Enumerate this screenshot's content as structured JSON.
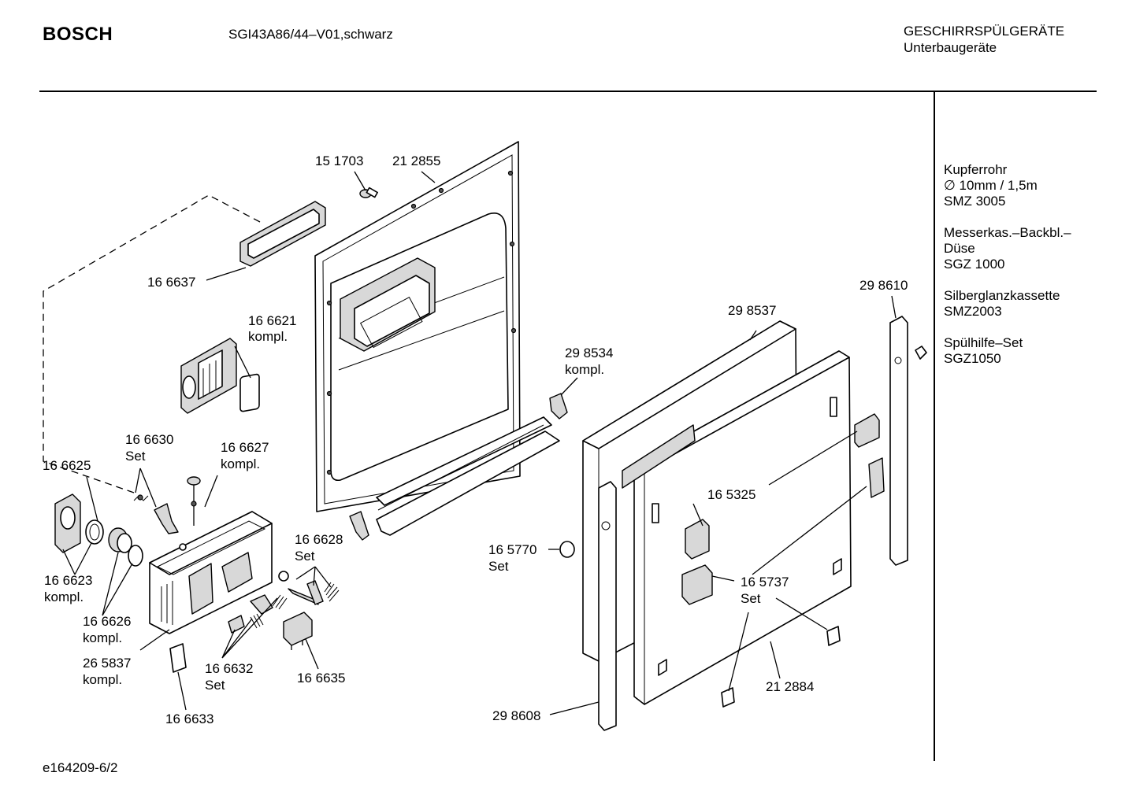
{
  "header": {
    "brand": "BOSCH",
    "model": "SGI43A86/44–V01,schwarz",
    "category_line1": "GESCHIRRSPÜLGERÄTE",
    "category_line2": "Unterbaugeräte"
  },
  "accessories": [
    {
      "lines": [
        "Kupferrohr",
        "∅ 10mm / 1,5m",
        "SMZ 3005"
      ]
    },
    {
      "lines": [
        "Messerkas.–Backbl.–",
        "Düse",
        "SGZ 1000"
      ]
    },
    {
      "lines": [
        "Silberglanzkassette",
        "SMZ2003"
      ]
    },
    {
      "lines": [
        "Spülhilfe–Set",
        "SGZ1050"
      ]
    }
  ],
  "footer": {
    "code": "e164209-6/2"
  },
  "labels": {
    "p151703": "15 1703",
    "p212855": "21 2855",
    "p166637": "16 6637",
    "p166621": "16 6621",
    "p166621_sub": "kompl.",
    "p298534": "29 8534",
    "p298534_sub": "kompl.",
    "p298537": "29 8537",
    "p298610": "29 8610",
    "p166630": "16 6630",
    "p166630_sub": "Set",
    "p166627": "16 6627",
    "p166627_sub": "kompl.",
    "p166625": "16 6625",
    "p166623": "16 6623",
    "p166623_sub": "kompl.",
    "p166626": "16 6626",
    "p166626_sub": "kompl.",
    "p265837": "26 5837",
    "p265837_sub": "kompl.",
    "p166628": "16 6628",
    "p166628_sub": "Set",
    "p166632": "16 6632",
    "p166632_sub": "Set",
    "p166635": "16 6635",
    "p166633": "16 6633",
    "p165325": "16 5325",
    "p165770": "16 5770",
    "p165770_sub": "Set",
    "p165737": "16 5737",
    "p165737_sub": "Set",
    "p212884": "21 2884",
    "p298608": "29 8608"
  }
}
